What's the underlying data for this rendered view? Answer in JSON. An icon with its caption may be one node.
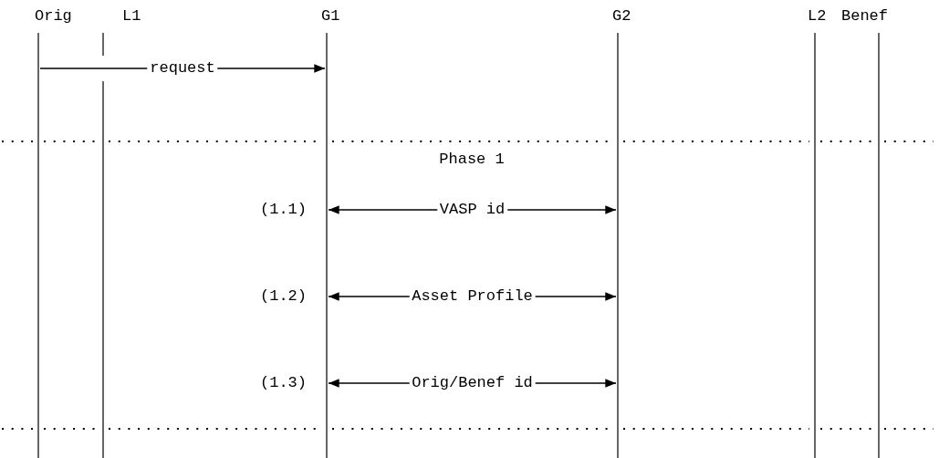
{
  "diagram": {
    "nodes": [
      {
        "text": [
          "Orig"
        ]
      },
      {
        "text": [
          "L1"
        ]
      },
      {
        "text": [
          "G1"
        ]
      },
      {
        "text": [
          "G2"
        ]
      },
      {
        "text": [
          "L2"
        ]
      },
      {
        "text": [
          "Benef"
        ]
      }
    ],
    "edges": [
      {
        "from": 0,
        "to": 2,
        "arrow": "to",
        "label": "request"
      },
      {
        "from": 2,
        "to": 3,
        "arrow": "both",
        "label": "VASP id"
      },
      {
        "from": 2,
        "to": 3,
        "arrow": "both",
        "label": "Asset Profile"
      },
      {
        "from": 2,
        "to": 3,
        "arrow": "both",
        "label": "Orig/Benef id"
      }
    ],
    "labels": [
      "Phase 1",
      "(1.1)",
      "(1.2)",
      "(1.3)"
    ]
  }
}
